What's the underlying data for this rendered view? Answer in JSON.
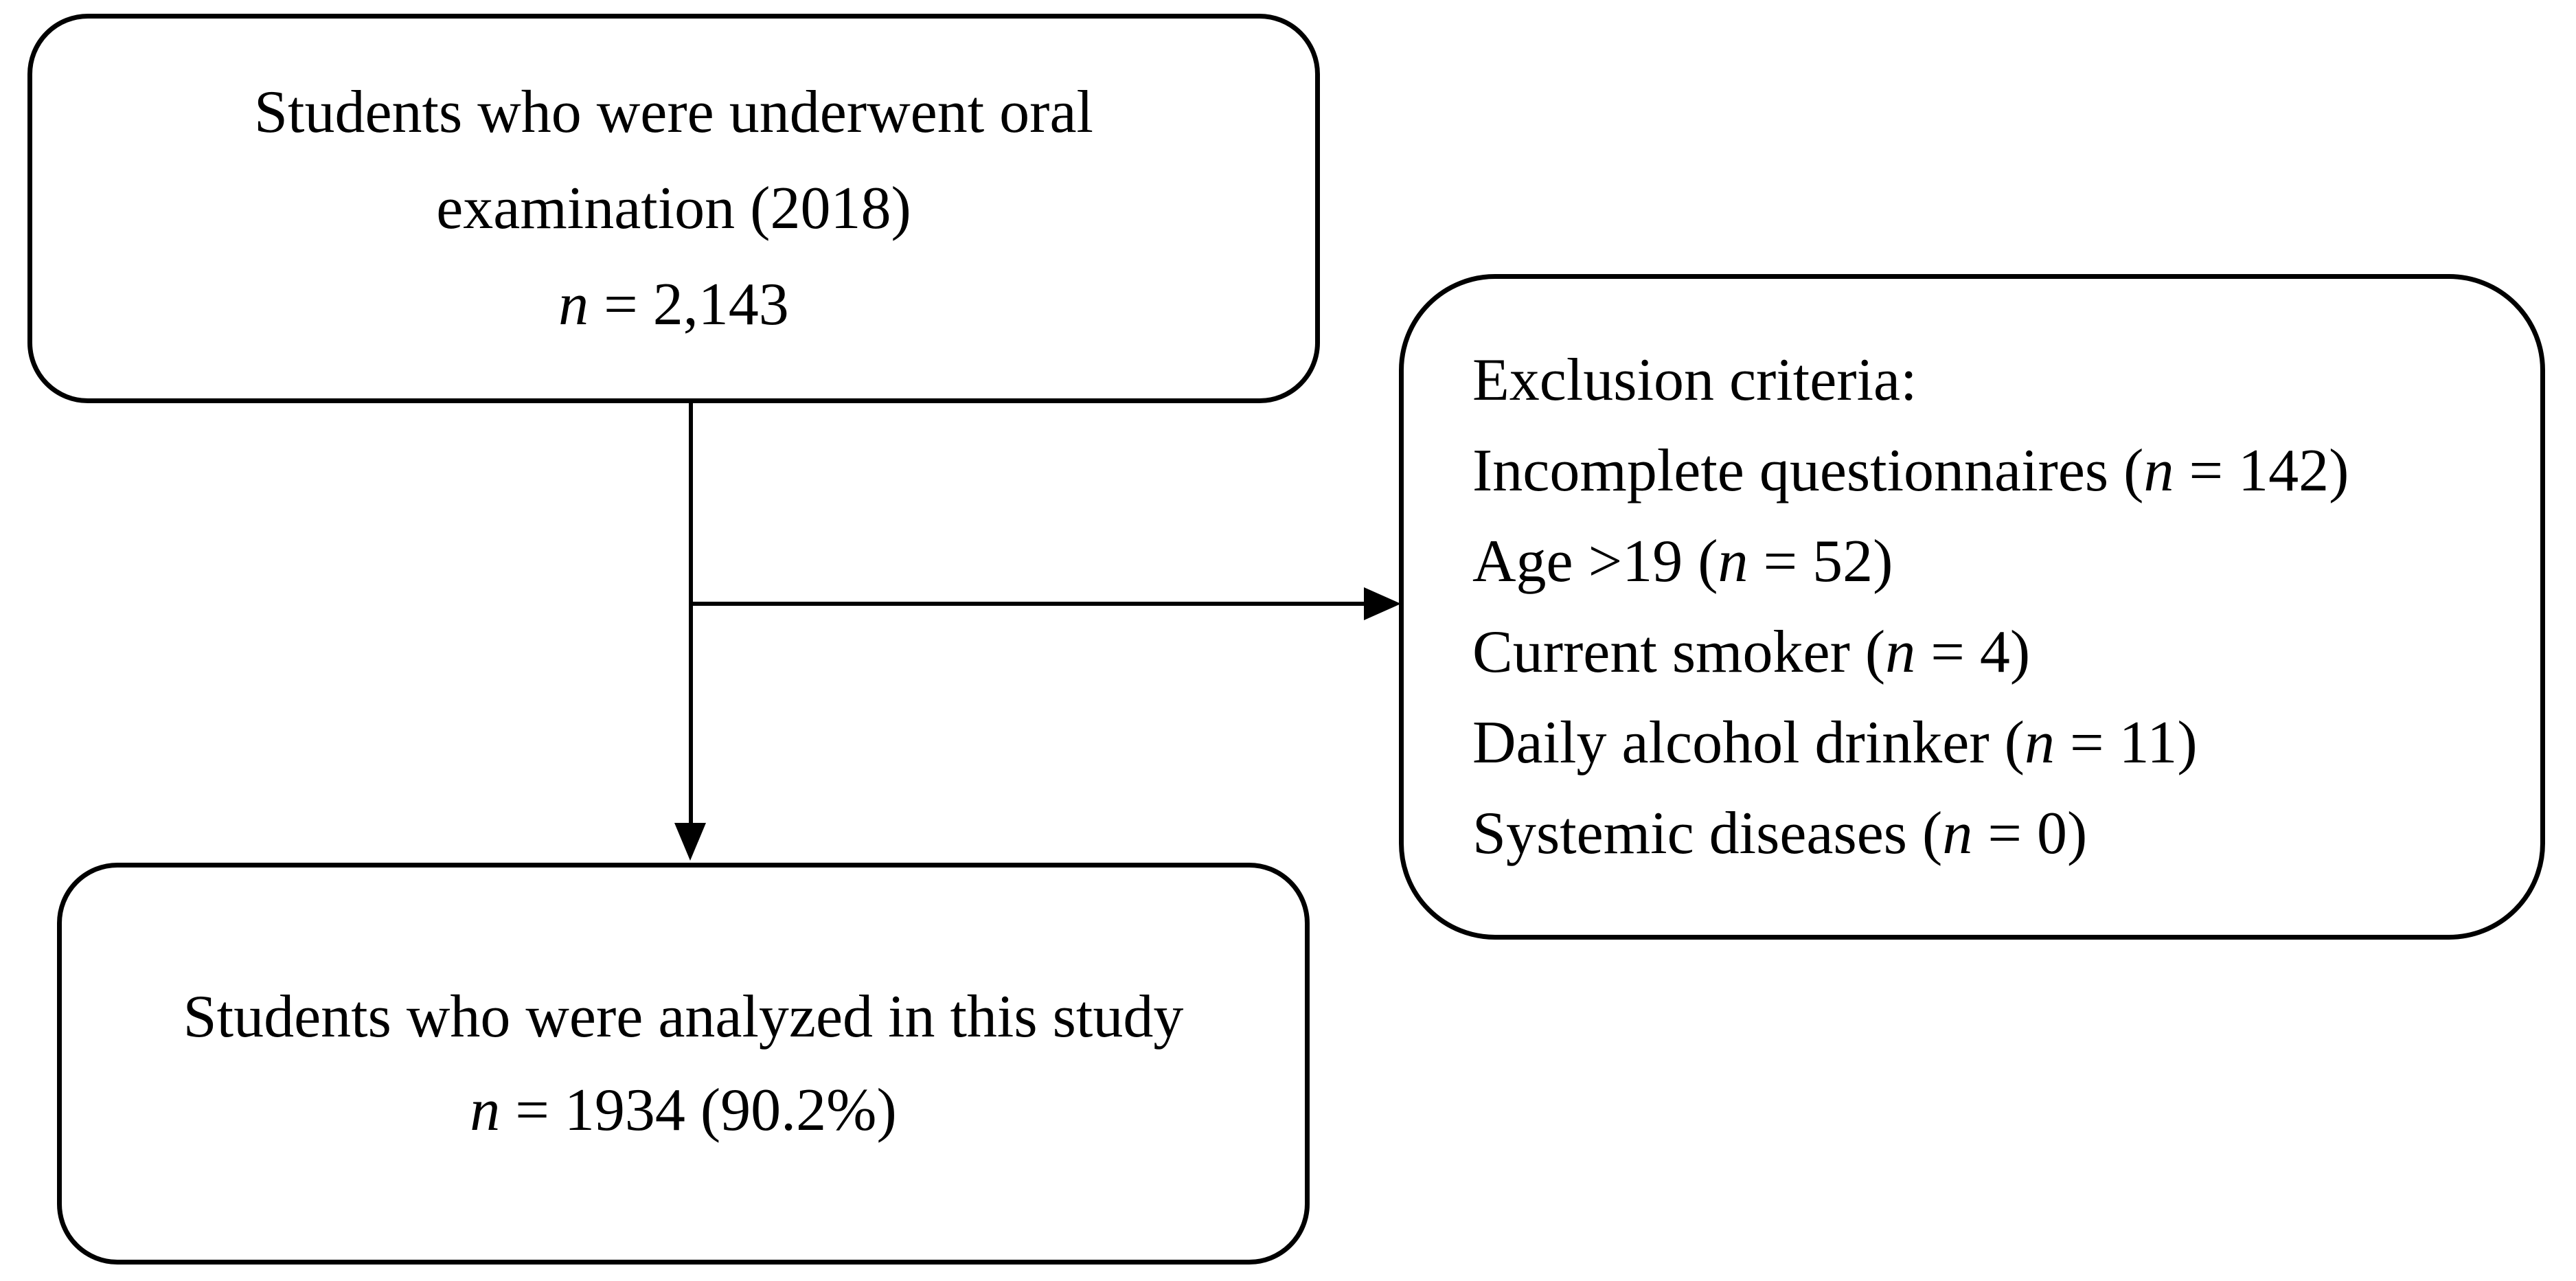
{
  "diagram": {
    "type": "study-flowchart",
    "background_color": "#ffffff",
    "stroke_color": "#000000"
  },
  "top_box": {
    "lines": [
      {
        "pre": "Students who were underwent oral",
        "var": "",
        "post": ""
      },
      {
        "pre": "examination (2018)",
        "var": "",
        "post": ""
      },
      {
        "pre": "",
        "var": "n",
        "post": " = 2,143"
      }
    ]
  },
  "exclusion_box": {
    "lines": [
      {
        "pre": "Exclusion criteria:",
        "var": "",
        "post": ""
      },
      {
        "pre": "Incomplete questionnaires (",
        "var": "n",
        "post": " = 142)"
      },
      {
        "pre": "Age >19 (",
        "var": "n",
        "post": " = 52)"
      },
      {
        "pre": "Current smoker (",
        "var": "n",
        "post": " = 4)"
      },
      {
        "pre": "Daily alcohol drinker (",
        "var": "n",
        "post": " = 11)"
      },
      {
        "pre": "Systemic diseases (",
        "var": "n",
        "post": " = 0)"
      }
    ]
  },
  "bottom_box": {
    "lines": [
      {
        "pre": "Students who were analyzed in this study",
        "var": "",
        "post": ""
      },
      {
        "pre": "",
        "var": "n",
        "post": " = 1934 (90.2%)"
      }
    ]
  }
}
